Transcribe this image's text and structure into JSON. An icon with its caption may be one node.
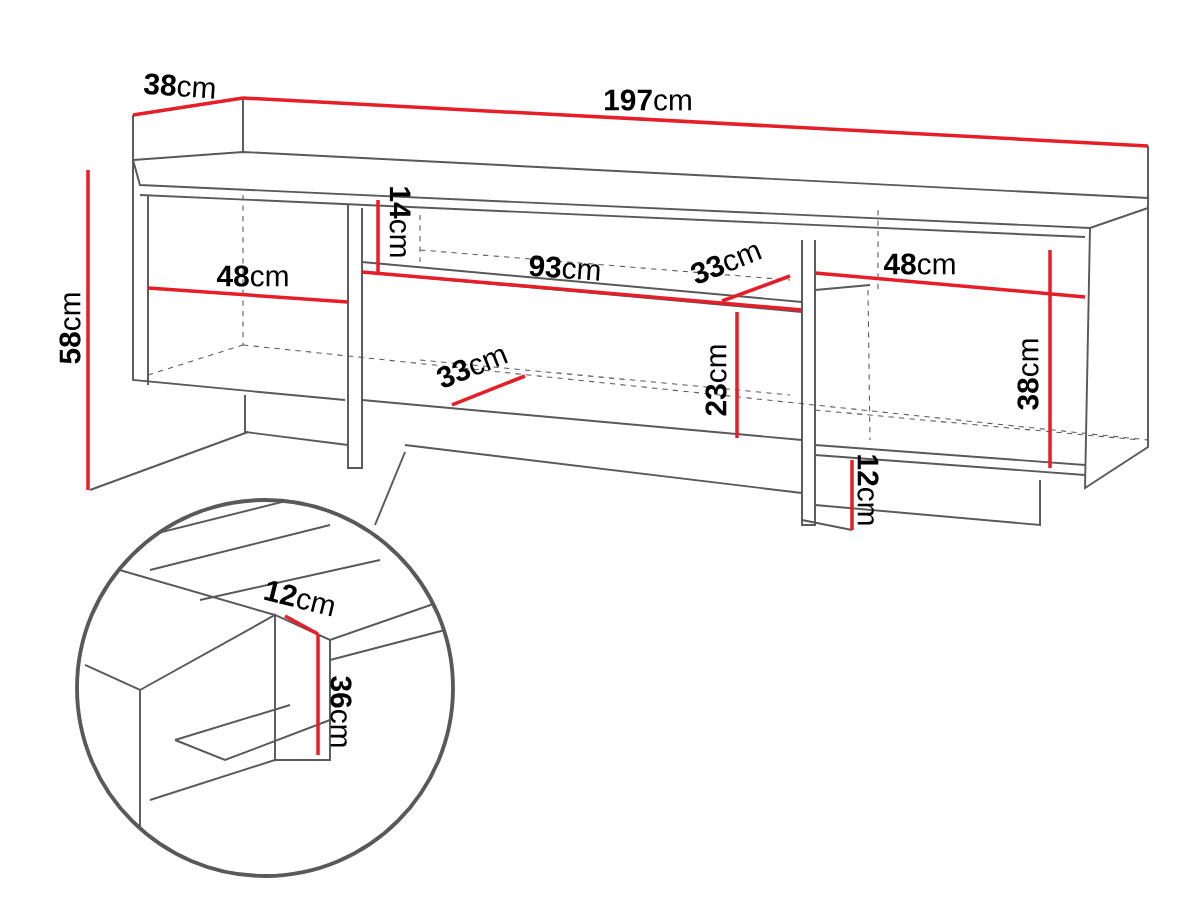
{
  "diagram": {
    "labels": [
      "**38**cm",
      "**197**cm",
      "**14**cm",
      "**48**cm",
      "**93**cm",
      "**33**cm",
      "**48**cm",
      "**58**cm",
      "**33**cm",
      "**23**cm",
      "**38**cm",
      "**12**cm",
      "**12**cm",
      "**36**cm"
    ]
  }
}
